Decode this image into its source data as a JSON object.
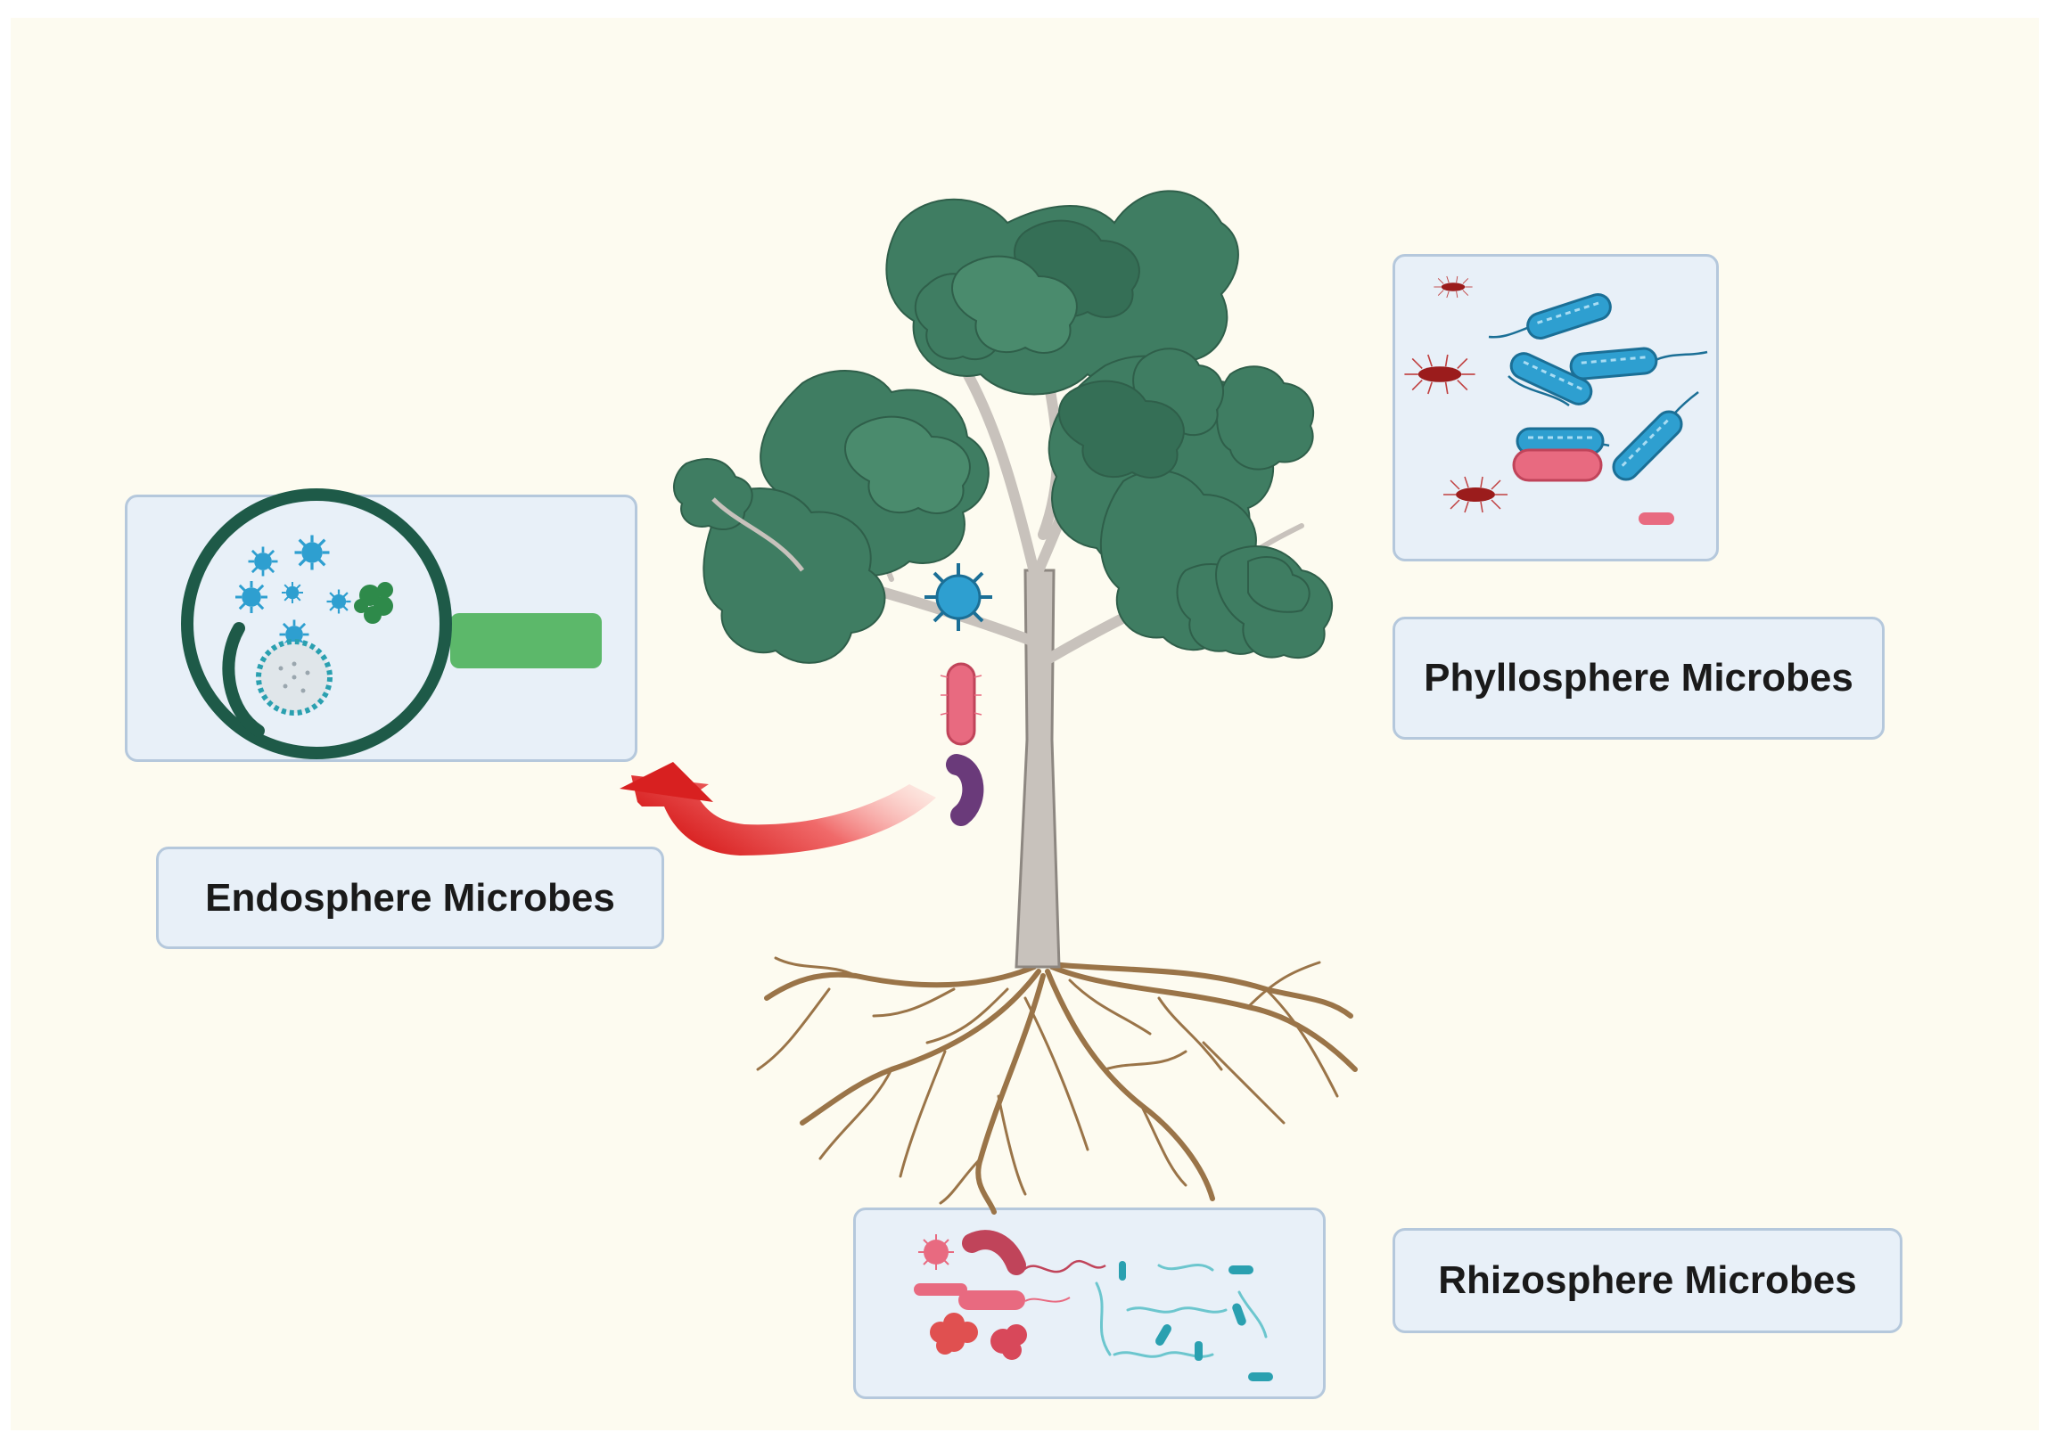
{
  "labels": {
    "endosphere": "Endosphere Microbes",
    "phyllosphere": "Phyllosphere Microbes",
    "rhizosphere": "Rhizosphere Microbes"
  },
  "colors": {
    "background": "#fdfbf0",
    "box_fill": "#e8f0f8",
    "box_border": "#b5c8dc",
    "foliage": "#3f7d62",
    "trunk": "#c8c2bc",
    "roots": "#9a7448",
    "bacteria_blue": "#2e9fd0",
    "bacteria_pink": "#e86a80",
    "bacteria_darkred": "#9b1c1c",
    "arrow_red": "#e03030",
    "magnifier_ring": "#1e5a48",
    "magnifier_handle": "#5cb86a"
  },
  "icons": [
    "tree-icon",
    "magnifier-icon",
    "virus-icon",
    "bacteria-icon",
    "curved-arrow-icon"
  ]
}
